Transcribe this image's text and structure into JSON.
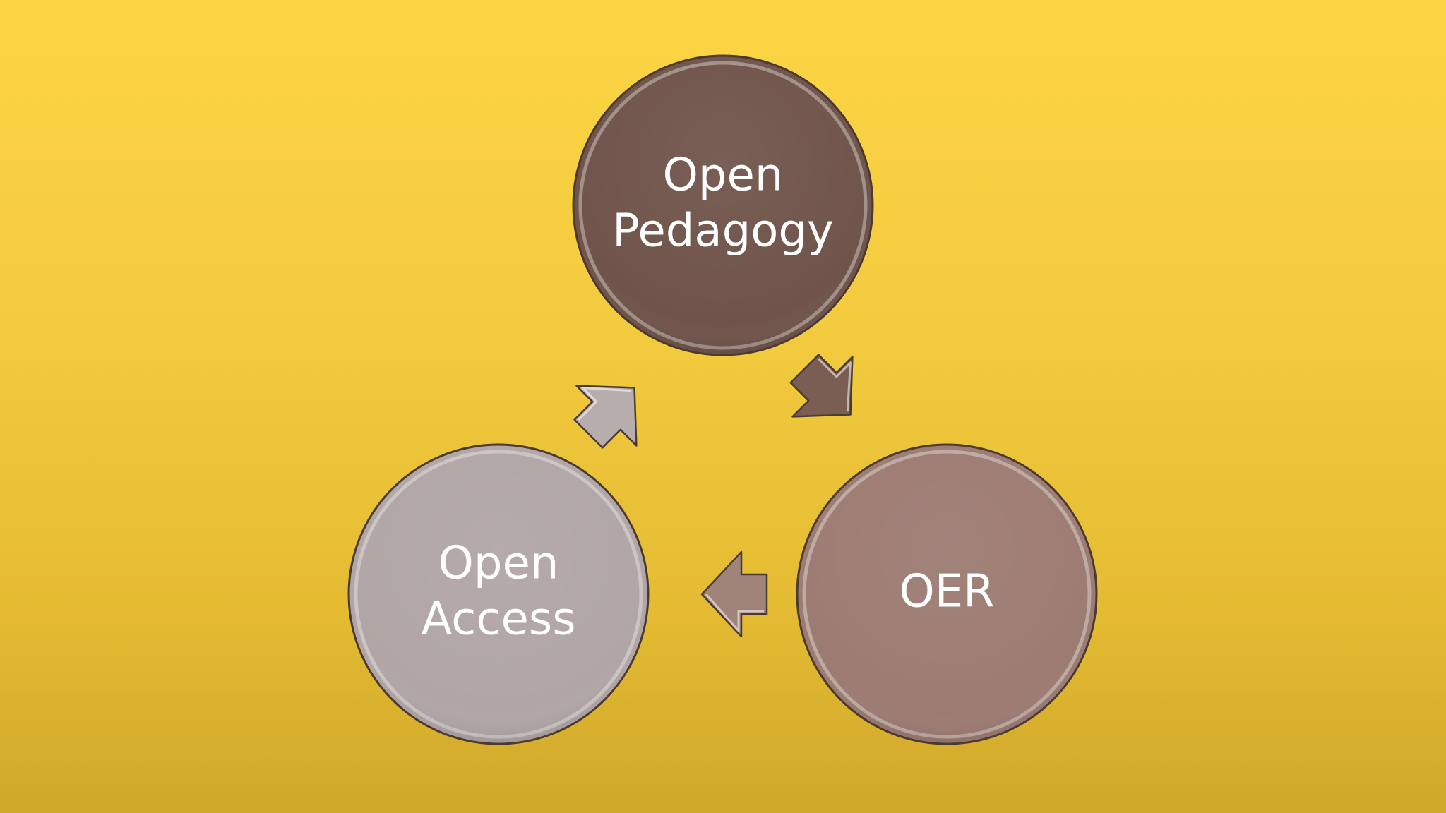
{
  "diagram": {
    "type": "cycle",
    "nodes": [
      {
        "id": "open-pedagogy",
        "lines": [
          "Open",
          "Pedagogy"
        ],
        "color": "#70544b"
      },
      {
        "id": "oer",
        "lines": [
          "OER"
        ],
        "color": "#9c7b72"
      },
      {
        "id": "open-access",
        "lines": [
          "Open",
          "Access"
        ],
        "color": "#b1a5a5"
      }
    ],
    "edges": [
      {
        "from": "open-pedagogy",
        "to": "oer",
        "color": "#7a5d53"
      },
      {
        "from": "oer",
        "to": "open-access",
        "color": "#a0847a"
      },
      {
        "from": "open-access",
        "to": "open-pedagogy",
        "color": "#b8adad"
      }
    ]
  }
}
